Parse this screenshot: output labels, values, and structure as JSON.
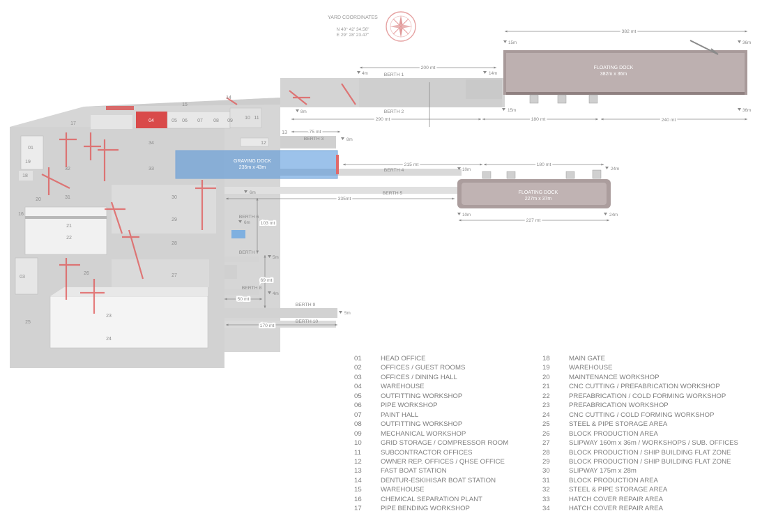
{
  "header": {
    "title": "YARD COORDINATES",
    "lat": "N 40°  42'  34.56\"",
    "lon": "E  29°  28'  23.47\""
  },
  "docks": {
    "floating_1": {
      "name": "FLOATING DOCK",
      "size": "382m x 36m"
    },
    "graving": {
      "name": "GRAVING DOCK",
      "size": "235m x 43m"
    },
    "floating_2": {
      "name": "FLOATING DOCK",
      "size": "227m x 37m"
    }
  },
  "berths": [
    "BERTH 1",
    "BERTH 2",
    "BERTH 3",
    "BERTH 4",
    "BERTH 5",
    "BERTH 6",
    "BERTH 7",
    "BERTH 8",
    "BERTH 9",
    "BERTH 10"
  ],
  "dimensions": {
    "d382": "382 mt",
    "d200": "200 mt",
    "d290": "290 mt",
    "d180a": "180 mt",
    "d240": "240 mt",
    "d75": "75 mt",
    "d215": "215 mt",
    "d180b": "180 mt",
    "d335": "335mt",
    "d227": "227 mt",
    "d103": "103 mt",
    "d69": "69 mt",
    "d50": "50 mt",
    "d170": "170 mt"
  },
  "depths": {
    "d15a": "15m",
    "d36a": "36m",
    "d4a": "4m",
    "d14": "14m",
    "d8a": "8m",
    "d15b": "15m",
    "d36b": "36m",
    "d8b": "8m",
    "d10a": "10m",
    "d24a": "24m",
    "d6a": "6m",
    "d6b": "6m",
    "d10b": "10m",
    "d24b": "24m",
    "d5a": "5m",
    "d4b": "4m",
    "d5b": "5m"
  },
  "areas": [
    "01",
    "03",
    "04",
    "05",
    "06",
    "07",
    "08",
    "09",
    "10",
    "11",
    "12",
    "13",
    "14",
    "15",
    "16",
    "17",
    "18",
    "19",
    "20",
    "21",
    "22",
    "23",
    "24",
    "25",
    "26",
    "27",
    "28",
    "29",
    "30",
    "31",
    "32",
    "33",
    "34"
  ],
  "legend": [
    {
      "num": "01",
      "label": "HEAD OFFICE"
    },
    {
      "num": "02",
      "label": "OFFICES / GUEST ROOMS"
    },
    {
      "num": "03",
      "label": "OFFICES / DINING HALL"
    },
    {
      "num": "04",
      "label": "WAREHOUSE"
    },
    {
      "num": "05",
      "label": "OUTFITTING WORKSHOP"
    },
    {
      "num": "06",
      "label": "PIPE WORKSHOP"
    },
    {
      "num": "07",
      "label": "PAINT HALL"
    },
    {
      "num": "08",
      "label": "OUTFITTING WORKSHOP"
    },
    {
      "num": "09",
      "label": "MECHANICAL WORKSHOP"
    },
    {
      "num": "10",
      "label": "GRID STORAGE / COMPRESSOR ROOM"
    },
    {
      "num": "11",
      "label": "SUBCONTRACTOR OFFICES"
    },
    {
      "num": "12",
      "label": "OWNER REP. OFFICES / QHSE OFFICE"
    },
    {
      "num": "13",
      "label": "FAST BOAT STATION"
    },
    {
      "num": "14",
      "label": "DENTUR-ESKIHISAR BOAT STATION"
    },
    {
      "num": "15",
      "label": "WAREHOUSE"
    },
    {
      "num": "16",
      "label": "CHEMICAL SEPARATION PLANT"
    },
    {
      "num": "17",
      "label": "PIPE BENDING WORKSHOP"
    },
    {
      "num": "18",
      "label": "MAIN GATE"
    },
    {
      "num": "19",
      "label": "WAREHOUSE"
    },
    {
      "num": "20",
      "label": "MAINTENANCE WORKSHOP"
    },
    {
      "num": "21",
      "label": "CNC CUTTING / PREFABRICATION WORKSHOP"
    },
    {
      "num": "22",
      "label": "PREFABRICATION / COLD FORMING WORKSHOP"
    },
    {
      "num": "23",
      "label": "PREFABRICATION WORKSHOP"
    },
    {
      "num": "24",
      "label": "CNC CUTTING / COLD FORMING WORKSHOP"
    },
    {
      "num": "25",
      "label": "STEEL & PIPE STORAGE AREA"
    },
    {
      "num": "26",
      "label": "BLOCK PRODUCTION AREA"
    },
    {
      "num": "27",
      "label": "SLIPWAY 160m x 36m / WORKSHOPS / SUB. OFFICES"
    },
    {
      "num": "28",
      "label": "BLOCK PRODUCTION / SHIP BUILDING FLAT ZONE"
    },
    {
      "num": "29",
      "label": "BLOCK PRODUCTION / SHIP BUILDING FLAT ZONE"
    },
    {
      "num": "30",
      "label": "SLIPWAY 175m x 28m"
    },
    {
      "num": "31",
      "label": "BLOCK PRODUCTION AREA"
    },
    {
      "num": "32",
      "label": "STEEL & PIPE STORAGE AREA"
    },
    {
      "num": "33",
      "label": "HATCH COVER REPAIR AREA"
    },
    {
      "num": "34",
      "label": "HATCH COVER REPAIR AREA"
    }
  ],
  "colors": {
    "graving_water": "#4a90d9",
    "floating_dock": "#8f7f80",
    "crane": "#e05555",
    "building_04": "#d94a4a"
  }
}
